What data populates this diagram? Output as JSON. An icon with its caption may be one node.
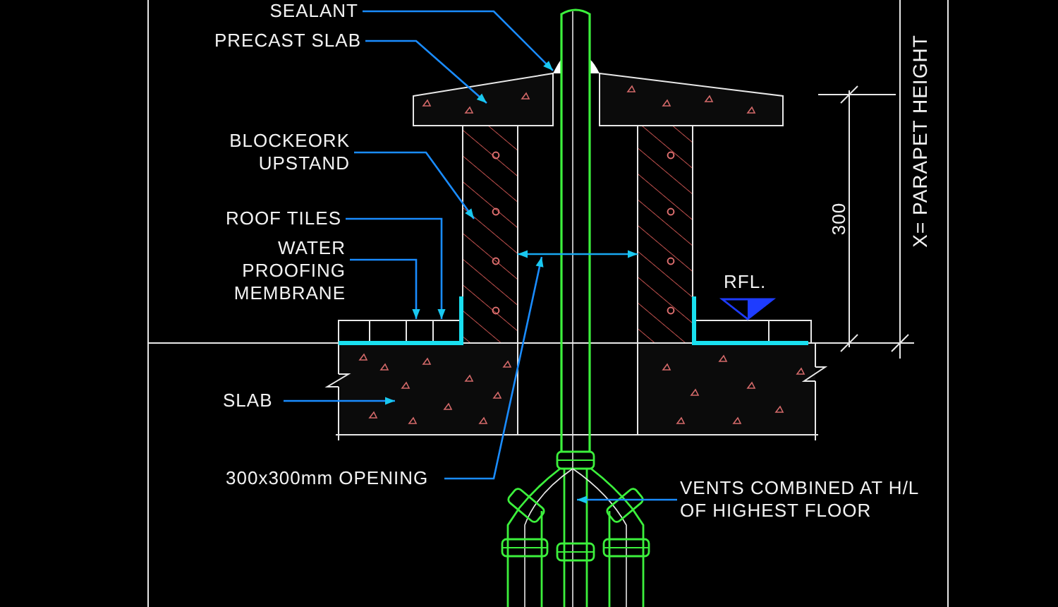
{
  "diagram": {
    "nodes": [
      {
        "text": [
          "SEALANT"
        ]
      },
      {
        "text": [
          "PRECAST SLAB"
        ]
      },
      {
        "text": [
          "BLOCKEORK UPSTAND"
        ]
      },
      {
        "text": [
          "ROOF TILES"
        ]
      },
      {
        "text": [
          "WATER PROOFING MEMBRANE"
        ]
      },
      {
        "text": [
          "SLAB"
        ]
      },
      {
        "text": [
          "300x300mm OPENING"
        ]
      },
      {
        "text": [
          "VENTS COMBINED AT H/L OF HIGHEST FLOOR"
        ]
      }
    ],
    "edges": [
      {
        "from": 0,
        "to": null,
        "arrow": "to"
      },
      {
        "from": 1,
        "to": null,
        "arrow": "to"
      },
      {
        "from": 2,
        "to": null,
        "arrow": "to"
      },
      {
        "from": 3,
        "to": null,
        "arrow": "to"
      },
      {
        "from": 4,
        "to": null,
        "arrow": "to"
      },
      {
        "from": 5,
        "to": null,
        "arrow": "to"
      },
      {
        "from": 6,
        "to": null,
        "arrow": "to"
      },
      {
        "from": 7,
        "to": null,
        "arrow": "to"
      }
    ],
    "labels": [
      "RFL.",
      "300",
      "X= PARAPET HEIGHT"
    ]
  }
}
